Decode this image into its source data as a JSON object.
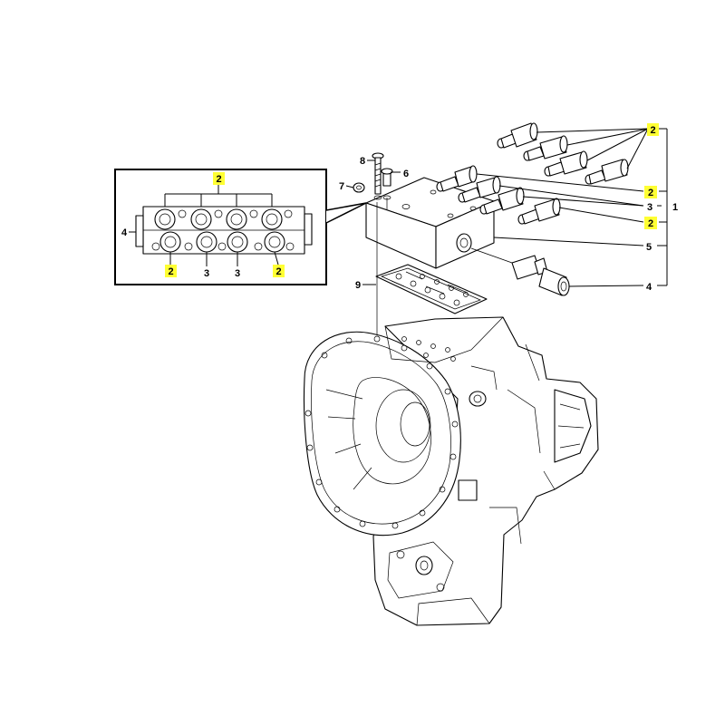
{
  "colors": {
    "highlight": "#ffff33",
    "line": "#000000",
    "background": "#ffffff"
  },
  "callouts": {
    "c1": "1",
    "c2": "2",
    "c3": "3",
    "c4": "4",
    "c5": "5",
    "c6": "6",
    "c7": "7",
    "c8": "8",
    "c9": "9"
  },
  "inset": {
    "c2_top": "2",
    "c2_bottom_left": "2",
    "c2_bottom_right": "2",
    "c3_a": "3",
    "c3_b": "3",
    "c4": "4"
  }
}
